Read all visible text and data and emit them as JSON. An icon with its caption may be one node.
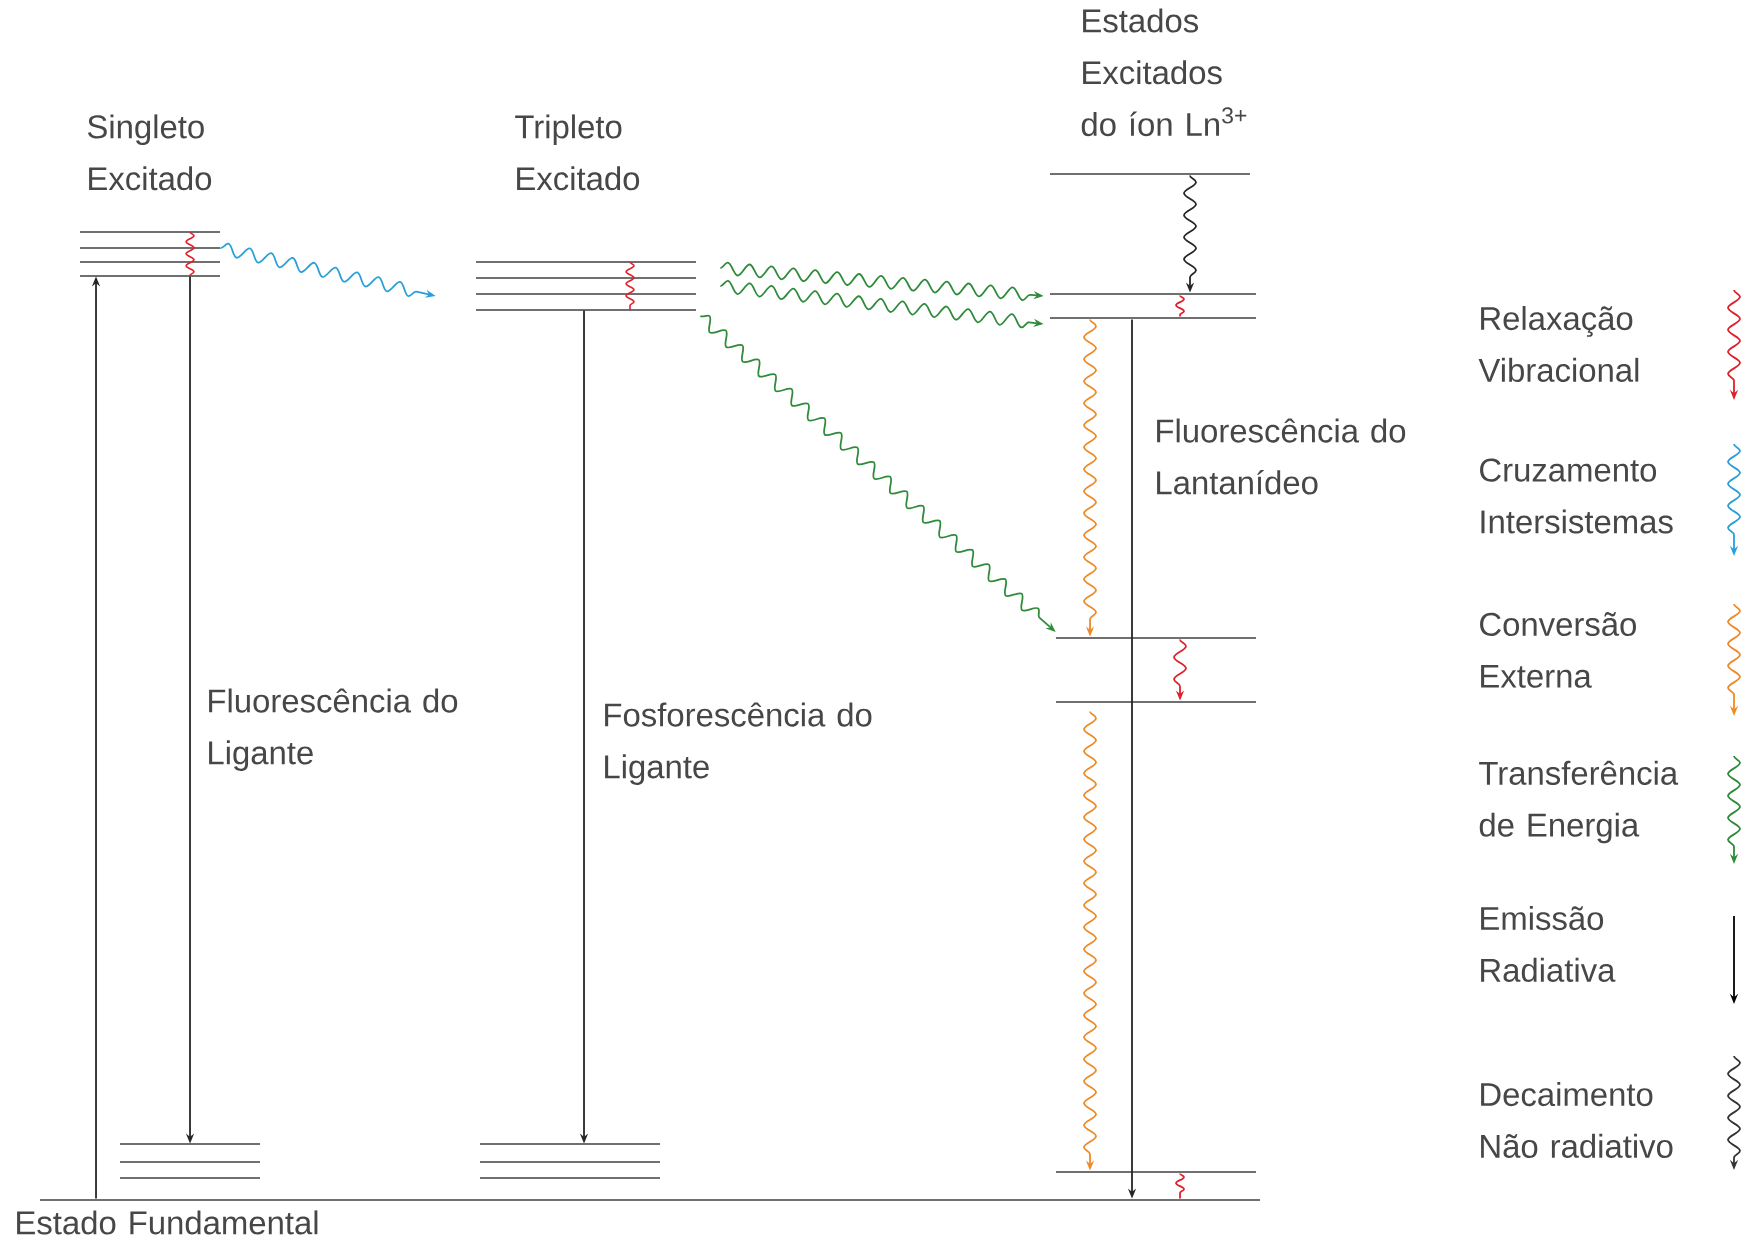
{
  "diagram": {
    "nodes": [
      {
        "text": [
          "Singleto Excitado"
        ]
      },
      {
        "text": [
          "Tripleto Excitado"
        ]
      },
      {
        "text": [
          "Estados Excitados do íon Ln$^{3+}$"
        ]
      },
      {
        "text": [],
        "shape": "bar"
      },
      {
        "text": [],
        "shape": "bar"
      },
      {
        "text": [],
        "shape": "bar"
      },
      {
        "text": [],
        "shape": "bar"
      },
      {
        "text": [],
        "shape": "bar"
      },
      {
        "text": [],
        "shape": "bar"
      },
      {
        "text": [],
        "shape": "bar"
      },
      {
        "text": [
          "Estado Fundamental"
        ]
      }
    ],
    "edges": [
      {
        "from": 10,
        "to": 0,
        "arrow": "to"
      },
      {
        "from": 0,
        "to": 7,
        "arrow": "to",
        "label": "Fluorescência do Ligante"
      },
      {
        "from": 0,
        "to": 1,
        "arrow": "to",
        "color": "#2a9fd8"
      },
      {
        "from": 1,
        "to": 8,
        "arrow": "to",
        "label": "Fosforescência do Ligante"
      },
      {
        "from": 1,
        "to": 3,
        "arrow": "to",
        "color": "#2e8b3a"
      },
      {
        "from": 1,
        "to": 4,
        "arrow": "to",
        "color": "#2e8b3a"
      },
      {
        "from": 1,
        "to": 5,
        "arrow": "to",
        "color": "#2e8b3a"
      },
      {
        "from": 2,
        "to": 3,
        "arrow": "to"
      },
      {
        "from": 4,
        "to": 5,
        "arrow": "to",
        "color": "#f08a24"
      },
      {
        "from": 5,
        "to": 6,
        "arrow": "to",
        "color": "#e0202a"
      },
      {
        "from": 6,
        "to": 9,
        "arrow": "to",
        "color": "#f08a24"
      },
      {
        "from": 4,
        "to": 10,
        "arrow": "to",
        "label": "Fluorescência do Lantanídeo"
      },
      {
        "from": 3,
        "to": 4,
        "arrow": "none",
        "color": "#e0202a"
      },
      {
        "from": 9,
        "to": 10,
        "arrow": "none",
        "color": "#e0202a"
      }
    ],
    "legend": [
      {
        "text": "Relaxação Vibracional"
      },
      {
        "text": "Cruzamento Intersistemas"
      },
      {
        "text": "Conversão Externa"
      },
      {
        "text": "Transferência de Energia"
      },
      {
        "text": "Emissão Radiativa"
      },
      {
        "text": "Decaimento Não radiativo"
      }
    ]
  }
}
